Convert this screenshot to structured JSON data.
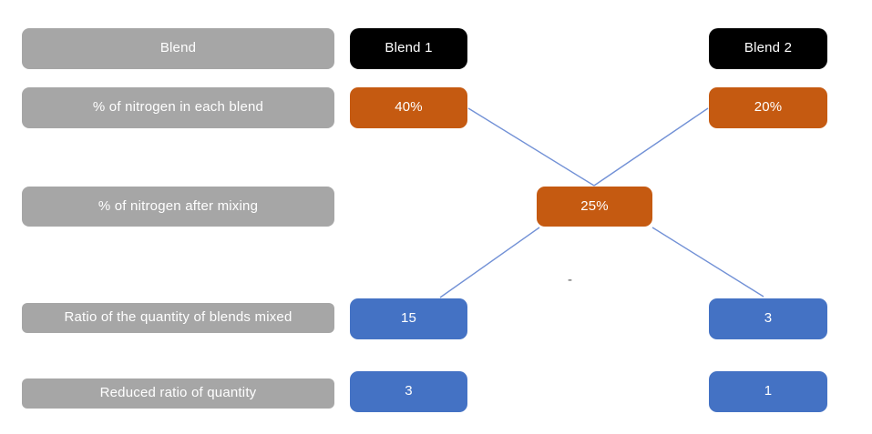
{
  "diagram": {
    "columns": {
      "blend1": "Blend 1",
      "blend2": "Blend 2"
    },
    "rows": {
      "blend_label": "Blend",
      "nitrogen_each_label": "% of nitrogen in each blend",
      "nitrogen_after_label": "% of nitrogen after mixing",
      "ratio_label": "Ratio of the quantity of blends mixed",
      "reduced_label": "Reduced ratio of quantity"
    },
    "values": {
      "blend1_pct": "40%",
      "blend2_pct": "20%",
      "mixed_pct": "25%",
      "blend1_ratio": "15",
      "blend2_ratio": "3",
      "blend1_reduced": "3",
      "blend2_reduced": "1"
    },
    "stray_dash": "-",
    "colors": {
      "label_gray": "#a6a6a6",
      "header_black": "#000000",
      "percent_orange": "#c55a11",
      "ratio_blue": "#4472c4",
      "connector_blue": "#7291d6",
      "text_white": "#ffffff"
    }
  }
}
